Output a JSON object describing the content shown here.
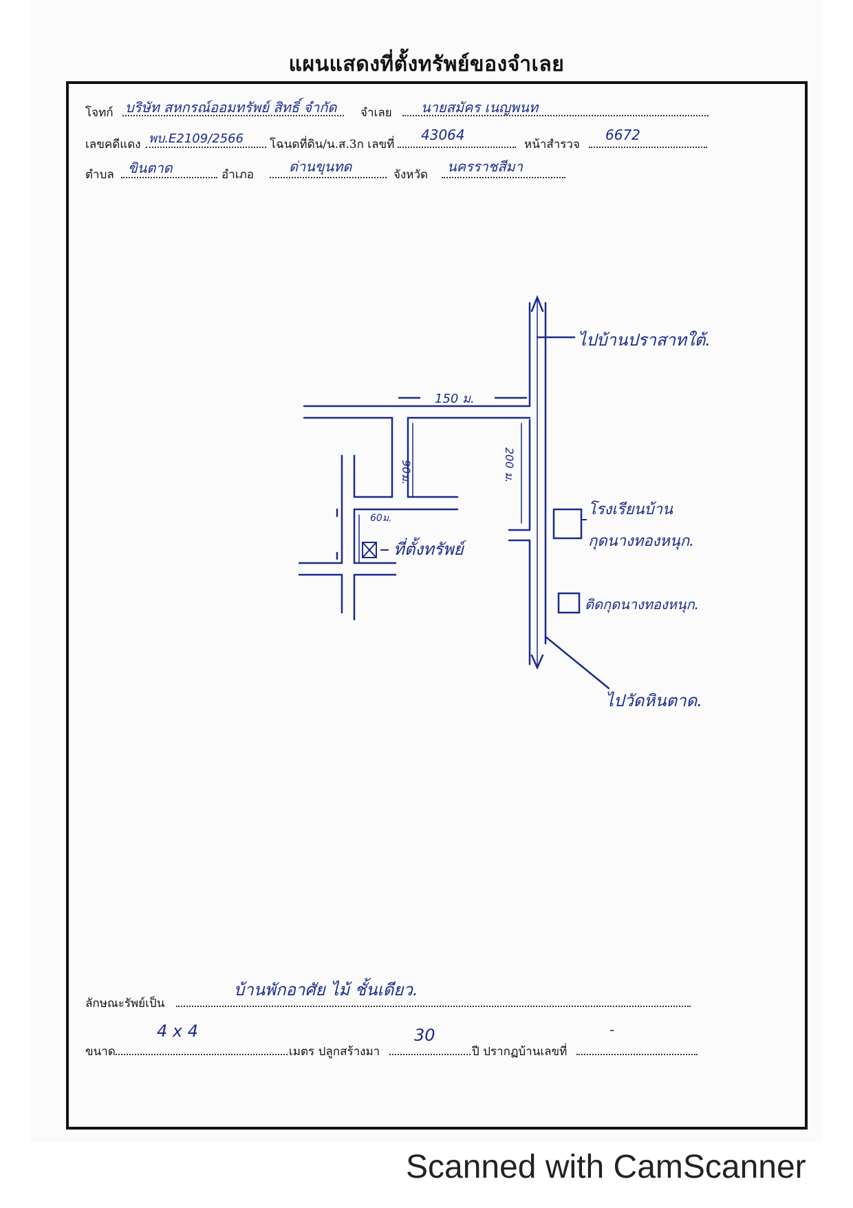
{
  "title": "แผนแสดงที่ตั้งทรัพย์ของจำเลย",
  "header": {
    "plaintiff_label": "โจทก์",
    "plaintiff_value": "บริษัท สหกรณ์ออมทรัพย์ สิทธิ์ จำกัด",
    "defendant_label": "จำเลย",
    "defendant_value": "นายสมัคร เนญพนท",
    "case_label": "เลขคดีแดง",
    "case_value": "พบ.E2109/2566",
    "deed_label": "โฉนดที่ดิน/น.ส.3ก เลขที่",
    "deed_value": "43064",
    "survey_label": "หน้าสำรวจ",
    "survey_value": "6672",
    "subdistrict_label": "ตำบล",
    "subdistrict_value": "ขินตาด",
    "district_label": "อำเภอ",
    "district_value": "ด่านขุนทด",
    "province_label": "จังหวัด",
    "province_value": "นครราชสีมา"
  },
  "map": {
    "road_north_label": "ไปบ้านปราสาทใต้.",
    "road_south_label": "ไปวัดหินตาด.",
    "dist_150": "150 ม.",
    "dist_90": "90ม.",
    "dist_200": "200 ม.",
    "dist_60": "60ม.",
    "property_label": "ที่ตั้งทรัพย์",
    "landmark1_line1": "โรงเรียนบ้าน",
    "landmark1_line2": "กุดนางทองหนุก.",
    "landmark2_label": "ติดกุดนางทองหนุก."
  },
  "footer_fields": {
    "asset_type_label": "ลักษณะรัพย์เป็น",
    "asset_type_value": "บ้านพักอาศัย ไม้ ชั้นเดียว.",
    "size_label": "ขนาด",
    "size_value": "4 x 4",
    "meters_built_label": "เมตร ปลูกสร้างมา",
    "years_value": "30",
    "years_house_label": "ปี ปรากฏบ้านเลขที่",
    "house_no_value": "-"
  },
  "watermark": "Scanned with CamScanner"
}
